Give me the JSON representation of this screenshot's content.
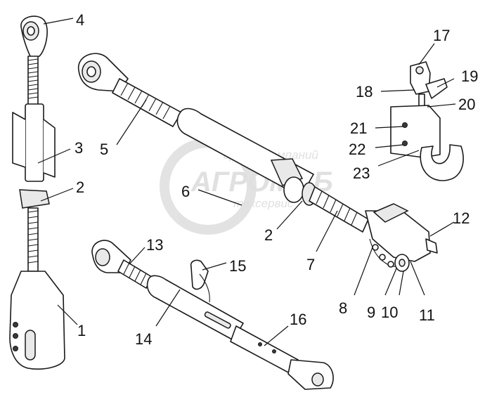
{
  "watermark": {
    "line1": "группа компаний",
    "line2": "АГРОМАБ",
    "line3": "техсервис"
  },
  "labels": [
    "1",
    "2",
    "2",
    "3",
    "4",
    "5",
    "6",
    "7",
    "8",
    "9",
    "10",
    "11",
    "12",
    "13",
    "14",
    "15",
    "16",
    "17",
    "18",
    "19",
    "20",
    "21",
    "22",
    "23"
  ]
}
